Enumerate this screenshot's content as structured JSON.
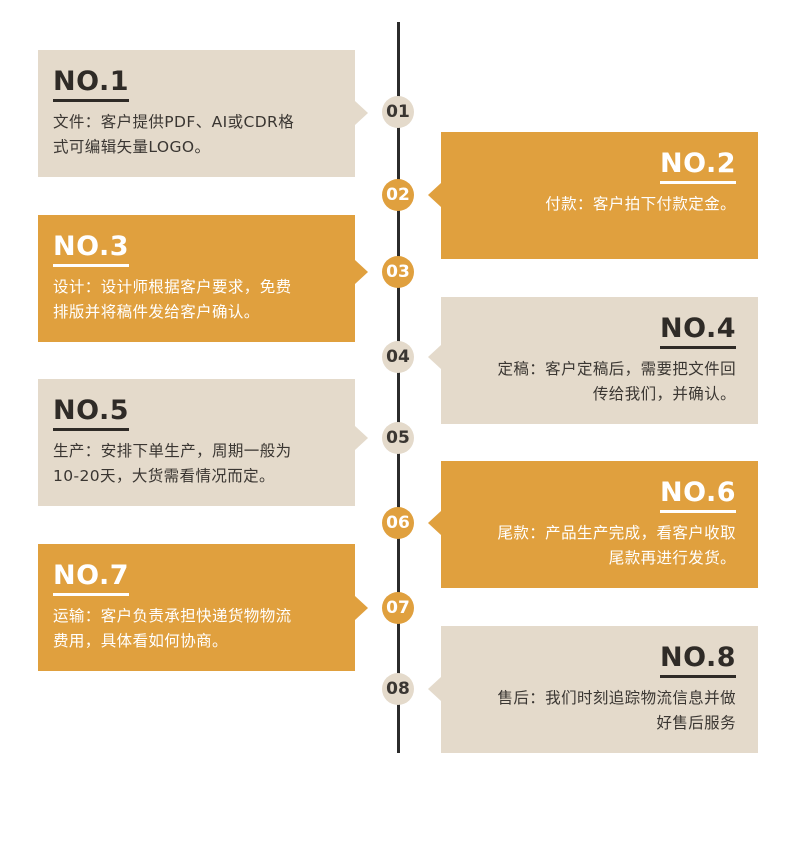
{
  "colors": {
    "beige": "#e4dacb",
    "gold": "#e0a03e",
    "line": "#2b2b2b",
    "dark_text": "#2f2b27"
  },
  "steps": [
    {
      "number": "01",
      "title": "NO.1",
      "desc_lines": [
        "文件：客户提供PDF、AI或CDR格",
        "式可编辑矢量LOGO。"
      ]
    },
    {
      "number": "02",
      "title": "NO.2",
      "desc_lines": [
        "付款：客户拍下付款定金。"
      ]
    },
    {
      "number": "03",
      "title": "NO.3",
      "desc_lines": [
        "设计：设计师根据客户要求，免费",
        "排版并将稿件发给客户确认。"
      ]
    },
    {
      "number": "04",
      "title": "NO.4",
      "desc_lines": [
        "定稿：客户定稿后，需要把文件回",
        "传给我们，并确认。"
      ]
    },
    {
      "number": "05",
      "title": "NO.5",
      "desc_lines": [
        "生产：安排下单生产，周期一般为",
        "10-20天，大货需看情况而定。"
      ]
    },
    {
      "number": "06",
      "title": "NO.6",
      "desc_lines": [
        "尾款：产品生产完成，看客户收取",
        "尾款再进行发货。"
      ]
    },
    {
      "number": "07",
      "title": "NO.7",
      "desc_lines": [
        "运输：客户负责承担快递货物物流",
        "费用，具体看如何协商。"
      ]
    },
    {
      "number": "08",
      "title": "NO.8",
      "desc_lines": [
        "售后：我们时刻追踪物流信息并做",
        "好售后服务"
      ]
    }
  ]
}
